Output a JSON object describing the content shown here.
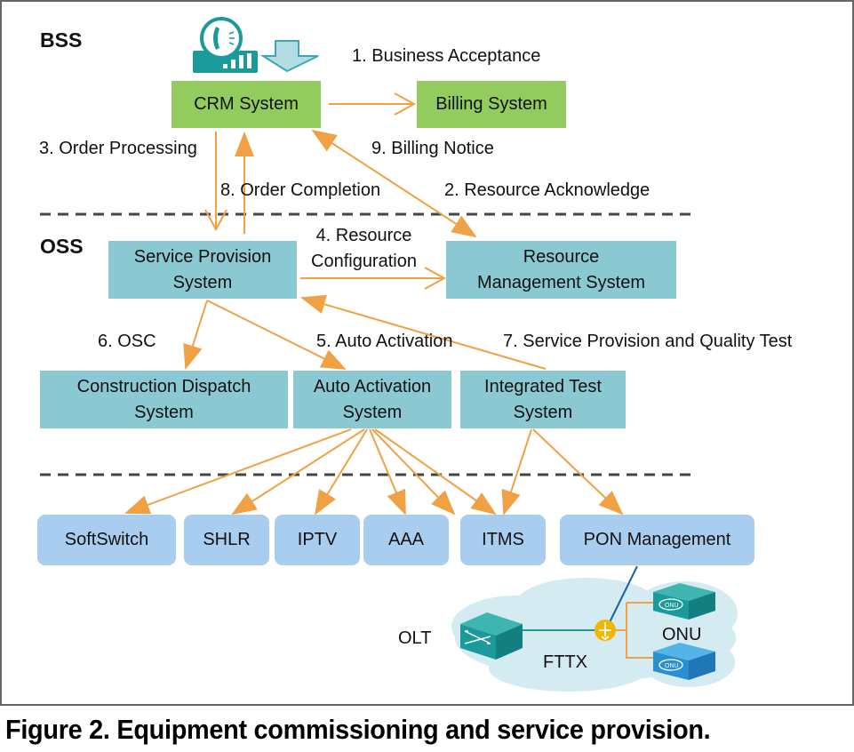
{
  "colors": {
    "bss_box": "#92cc5f",
    "oss_box": "#8ac9d1",
    "ne_box": "#a8cdee",
    "arrow": "#f0a143",
    "divider": "#444444",
    "cloud": "#d5ebf2",
    "device_teal": "#1a9a9a",
    "device_blue": "#2a8fd0",
    "splitter": "#f5b400"
  },
  "layers": {
    "bss": "BSS",
    "oss": "OSS"
  },
  "boxes": {
    "crm": "CRM System",
    "billing": "Billing System",
    "service_provision": "Service Provision\nSystem",
    "resource_mgmt": "Resource\nManagement System",
    "construction_dispatch": "Construction Dispatch\nSystem",
    "auto_activation": "Auto Activation\nSystem",
    "integrated_test": "Integrated Test\nSystem",
    "softswitch": "SoftSwitch",
    "shlr": "SHLR",
    "iptv": "IPTV",
    "aaa": "AAA",
    "itms": "ITMS",
    "pon_mgmt": "PON Management"
  },
  "steps": {
    "s1": "1. Business Acceptance",
    "s2": "2. Resource Acknowledge",
    "s3": "3. Order Processing",
    "s4": "4. Resource\nConfiguration",
    "s5": "5. Auto Activation",
    "s6": "6. OSC",
    "s7": "7. Service Provision and Quality Test",
    "s8": "8. Order Completion",
    "s9": "9. Billing Notice"
  },
  "network": {
    "olt": "OLT",
    "fttx": "FTTX",
    "onu": "ONU",
    "onu_badge": "ONU"
  },
  "icons": {
    "customer": "phone-terminal-icon",
    "input": "down-arrow-icon",
    "olt_device": "olt-switch-icon",
    "splitter": "optical-splitter-icon",
    "onu_device": "onu-device-icon"
  },
  "caption": "Figure 2. Equipment commissioning and service provision."
}
